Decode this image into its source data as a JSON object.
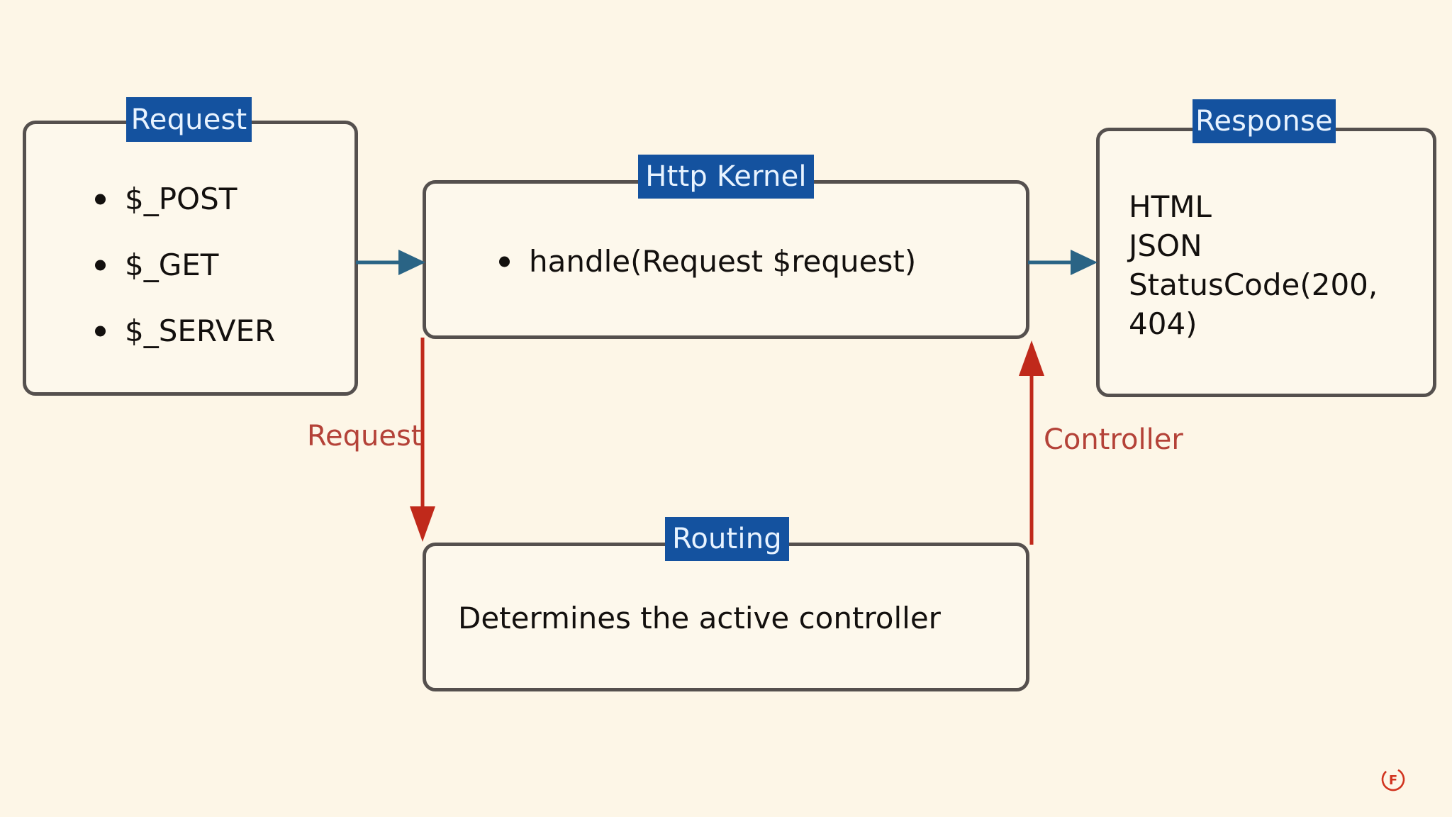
{
  "canvas": {
    "background_color": "#fdf6e7",
    "box_fill_color": "#fdf8ec",
    "box_border_color": "#55504e",
    "badge_color": "#14529f",
    "badge_text_color": "#e8f3ff",
    "blue_arrow_color": "#2a6485",
    "red_arrow_color": "#c0291b",
    "red_label_color": "#b44238",
    "body_text_color": "#13100e"
  },
  "nodes": {
    "request": {
      "title": "Request",
      "items": [
        "$_POST",
        "$_GET",
        "$_SERVER"
      ]
    },
    "http_kernel": {
      "title": "Http Kernel",
      "items": [
        "handle(Request $request)"
      ]
    },
    "response": {
      "title": "Response",
      "body": "HTML\nJSON\nStatusCode(200,\n404)"
    },
    "routing": {
      "title": "Routing",
      "body": "Determines the active controller"
    }
  },
  "connectors": [
    {
      "id": "request-to-kernel",
      "label": "",
      "color": "#2a6485",
      "direction": "right"
    },
    {
      "id": "kernel-to-response",
      "label": "",
      "color": "#2a6485",
      "direction": "right"
    },
    {
      "id": "kernel-to-routing",
      "label": "Request",
      "color": "#c0291b",
      "direction": "down"
    },
    {
      "id": "routing-to-kernel",
      "label": "Controller",
      "color": "#c0291b",
      "direction": "up"
    }
  ],
  "watermark": {
    "letter": "F",
    "color": "#d1331e"
  }
}
